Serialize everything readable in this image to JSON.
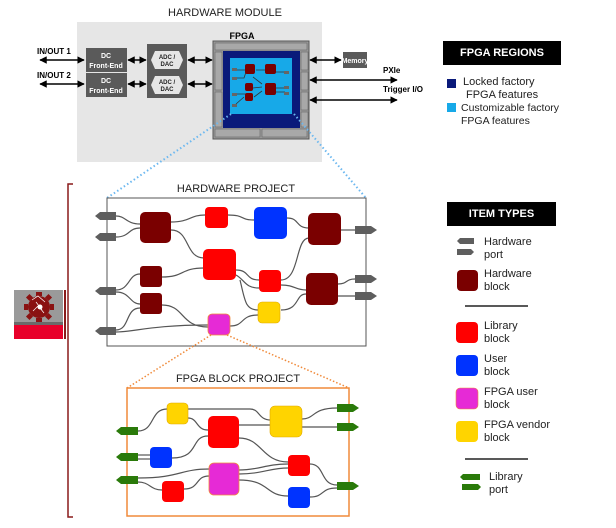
{
  "hardware_module": {
    "title": "HARDWARE MODULE",
    "io1": "IN/OUT 1",
    "io2": "IN/OUT 2",
    "dc1_line1": "DC",
    "dc1_line2": "Front-End",
    "dc2_line1": "DC",
    "dc2_line2": "Front-End",
    "adc1_line1": "ADC /",
    "adc1_line2": "DAC",
    "adc2_line1": "ADC /",
    "adc2_line2": "DAC",
    "fpga": "FPGA",
    "memory": "Memory",
    "pxie": "PXIe",
    "trigger": "Trigger I/O"
  },
  "fpga_regions_legend": {
    "title": "FPGA REGIONS",
    "items": [
      {
        "line1": "Locked factory",
        "line2": "FPGA features",
        "color": "#0a1a7a"
      },
      {
        "line1": "Customizable factory",
        "line2": "FPGA features",
        "color": "#17a9e8"
      }
    ]
  },
  "hardware_project": {
    "title": "HARDWARE PROJECT"
  },
  "fpga_block_project": {
    "title": "FPGA BLOCK PROJECT"
  },
  "item_types_legend": {
    "title": "ITEM TYPES",
    "items": [
      {
        "line1": "Hardware",
        "line2": "port",
        "color": "#5e5e5e"
      },
      {
        "line1": "Hardware",
        "line2": "block",
        "color": "#7a0000"
      },
      {
        "line1": "Library",
        "line2": "block",
        "color": "#ff0000"
      },
      {
        "line1": "User",
        "line2": "block",
        "color": "#0033ff"
      },
      {
        "line1": "FPGA user",
        "line2": "block",
        "color": "#e62ad6"
      },
      {
        "line1": "FPGA vendor",
        "line2": "block",
        "color": "#ffd400"
      },
      {
        "line1": "Library",
        "line2": "port",
        "color": "#2a7a0a"
      }
    ]
  },
  "colors": {
    "module_bg": "#e6e6e6",
    "dark_gray": "#5a5a5a",
    "bracket": "#8a1a1a",
    "zoom_blue": "#6cb8f0",
    "zoom_orange": "#f08a3a"
  }
}
